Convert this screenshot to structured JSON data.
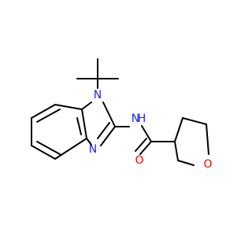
{
  "colors": {
    "bond": "#000000",
    "nitrogen": "#2121ff",
    "oxygen": "#ff0000",
    "background": "#ffffff"
  },
  "atom_labels": {
    "n1": "N",
    "n_imine": "N",
    "nh": "N",
    "h": "H",
    "o_carbonyl": "O",
    "o_ring": "O"
  }
}
